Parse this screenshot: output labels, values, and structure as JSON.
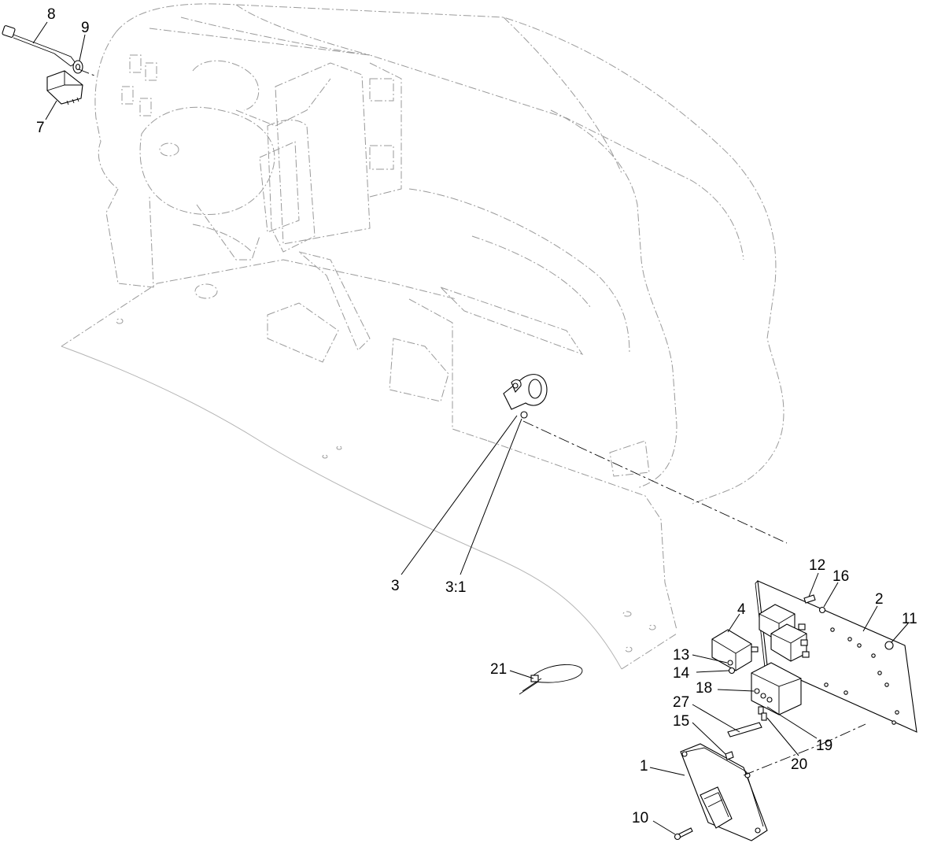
{
  "diagram": {
    "callouts": [
      {
        "id": "c8",
        "text": "8"
      },
      {
        "id": "c9",
        "text": "9"
      },
      {
        "id": "c7",
        "text": "7"
      },
      {
        "id": "c3",
        "text": "3"
      },
      {
        "id": "c3-1",
        "text": "3:1"
      },
      {
        "id": "c12",
        "text": "12"
      },
      {
        "id": "c16",
        "text": "16"
      },
      {
        "id": "c2",
        "text": "2"
      },
      {
        "id": "c11",
        "text": "11"
      },
      {
        "id": "c4",
        "text": "4"
      },
      {
        "id": "c13",
        "text": "13"
      },
      {
        "id": "c14",
        "text": "14"
      },
      {
        "id": "c21",
        "text": "21"
      },
      {
        "id": "c18",
        "text": "18"
      },
      {
        "id": "c27",
        "text": "27"
      },
      {
        "id": "c15",
        "text": "15"
      },
      {
        "id": "c19",
        "text": "19"
      },
      {
        "id": "c20",
        "text": "20"
      },
      {
        "id": "c1",
        "text": "1"
      },
      {
        "id": "c10",
        "text": "10"
      }
    ]
  }
}
